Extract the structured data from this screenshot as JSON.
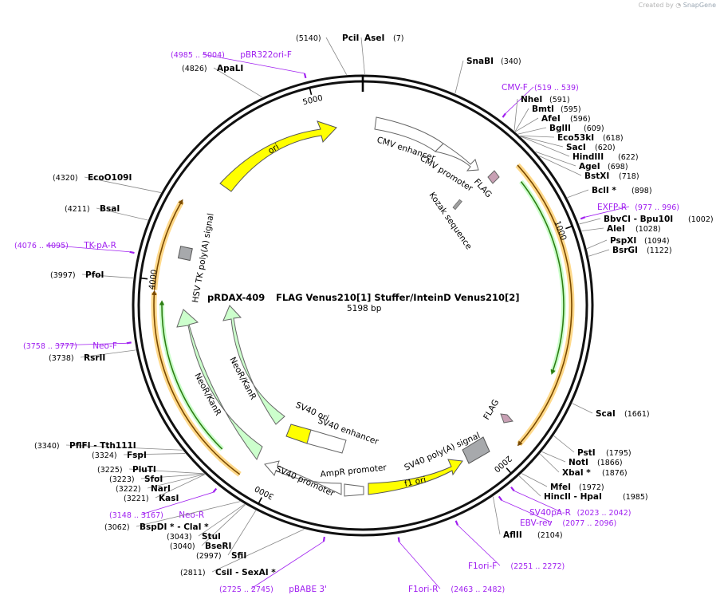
{
  "watermark": {
    "prefix": "Created by",
    "brand": "SnapGene"
  },
  "plasmid": {
    "name": "pRDAX-409",
    "description": "FLAG Venus210[1] Stuffer/InteinD Venus210[2]",
    "length": "5198 bp",
    "total_bp": 5198
  },
  "ticks": [
    {
      "pos": 1000,
      "label": "1000"
    },
    {
      "pos": 2000,
      "label": "2000"
    },
    {
      "pos": 3000,
      "label": "3000"
    },
    {
      "pos": 4000,
      "label": "4000"
    },
    {
      "pos": 5000,
      "label": "5000"
    }
  ],
  "enzymes": [
    {
      "id": "pcii",
      "name": "PciI",
      "site": 5140,
      "pos_text": "(5140)"
    },
    {
      "id": "asei",
      "name": "AseI",
      "site": 7,
      "pos_text": "(7)"
    },
    {
      "id": "snabi",
      "name": "SnaBI",
      "site": 340,
      "pos_text": "(340)"
    },
    {
      "id": "nhei",
      "name": "NheI",
      "site": 591,
      "pos_text": "(591)"
    },
    {
      "id": "bmti",
      "name": "BmtI",
      "site": 595,
      "pos_text": "(595)"
    },
    {
      "id": "afei",
      "name": "AfeI",
      "site": 596,
      "pos_text": "(596)"
    },
    {
      "id": "bglii",
      "name": "BglII",
      "site": 609,
      "pos_text": "(609)"
    },
    {
      "id": "eco53ki",
      "name": "Eco53kI",
      "site": 618,
      "pos_text": "(618)"
    },
    {
      "id": "saci",
      "name": "SacI",
      "site": 620,
      "pos_text": "(620)"
    },
    {
      "id": "hindiii",
      "name": "HindIII",
      "site": 622,
      "pos_text": "(622)"
    },
    {
      "id": "agei",
      "name": "AgeI",
      "site": 698,
      "pos_text": "(698)"
    },
    {
      "id": "bstxi",
      "name": "BstXI",
      "site": 718,
      "pos_text": "(718)"
    },
    {
      "id": "bcli",
      "name": "BclI *",
      "site": 898,
      "pos_text": "(898)"
    },
    {
      "id": "bbvci",
      "name": "BbvCI - Bpu10I",
      "site": 1002,
      "pos_text": "(1002)"
    },
    {
      "id": "alei",
      "name": "AleI",
      "site": 1028,
      "pos_text": "(1028)"
    },
    {
      "id": "pspxi",
      "name": "PspXI",
      "site": 1094,
      "pos_text": "(1094)"
    },
    {
      "id": "bsrgi",
      "name": "BsrGI",
      "site": 1122,
      "pos_text": "(1122)"
    },
    {
      "id": "scai",
      "name": "ScaI",
      "site": 1661,
      "pos_text": "(1661)"
    },
    {
      "id": "psti",
      "name": "PstI",
      "site": 1795,
      "pos_text": "(1795)"
    },
    {
      "id": "noti",
      "name": "NotI",
      "site": 1866,
      "pos_text": "(1866)"
    },
    {
      "id": "xbai",
      "name": "XbaI *",
      "site": 1876,
      "pos_text": "(1876)"
    },
    {
      "id": "mfei",
      "name": "MfeI",
      "site": 1972,
      "pos_text": "(1972)"
    },
    {
      "id": "hincii",
      "name": "HincII - HpaI",
      "site": 1985,
      "pos_text": "(1985)"
    },
    {
      "id": "aflii",
      "name": "AflII",
      "site": 2104,
      "pos_text": "(2104)"
    },
    {
      "id": "csii",
      "name": "CsiI - SexAI *",
      "site": 2811,
      "pos_text": "(2811)"
    },
    {
      "id": "sfii",
      "name": "SfiI",
      "site": 2997,
      "pos_text": "(2997)"
    },
    {
      "id": "bseri",
      "name": "BseRI",
      "site": 3040,
      "pos_text": "(3040)"
    },
    {
      "id": "stui",
      "name": "StuI",
      "site": 3043,
      "pos_text": "(3043)"
    },
    {
      "id": "bspdi",
      "name": "BspDI * - ClaI *",
      "site": 3062,
      "pos_text": "(3062)"
    },
    {
      "id": "kasi",
      "name": "KasI",
      "site": 3221,
      "pos_text": "(3221)"
    },
    {
      "id": "nari",
      "name": "NarI",
      "site": 3222,
      "pos_text": "(3222)"
    },
    {
      "id": "sfoi",
      "name": "SfoI",
      "site": 3223,
      "pos_text": "(3223)"
    },
    {
      "id": "pluti",
      "name": "PluTI",
      "site": 3225,
      "pos_text": "(3225)"
    },
    {
      "id": "fspi",
      "name": "FspI",
      "site": 3324,
      "pos_text": "(3324)"
    },
    {
      "id": "pflfi",
      "name": "PflFI - Tth111I",
      "site": 3340,
      "pos_text": "(3340)"
    },
    {
      "id": "rsrii",
      "name": "RsrII",
      "site": 3738,
      "pos_text": "(3738)"
    },
    {
      "id": "pfoi",
      "name": "PfoI",
      "site": 3997,
      "pos_text": "(3997)"
    },
    {
      "id": "bsai",
      "name": "BsaI",
      "site": 4211,
      "pos_text": "(4211)"
    },
    {
      "id": "ecoo109i",
      "name": "EcoO109I",
      "site": 4320,
      "pos_text": "(4320)"
    },
    {
      "id": "apali",
      "name": "ApaLI",
      "site": 4826,
      "pos_text": "(4826)"
    }
  ],
  "primers": [
    {
      "id": "pbr322ori-f",
      "name": "pBR322ori-F",
      "range": "(4985 .. 5004)",
      "start": 4985,
      "end": 5004
    },
    {
      "id": "cmv-f",
      "name": "CMV-F",
      "range": "(519 .. 539)",
      "start": 519,
      "end": 539
    },
    {
      "id": "exfp-r",
      "name": "EXFP-R",
      "range": "(977 .. 996)",
      "start": 977,
      "end": 996
    },
    {
      "id": "sv40pa-r",
      "name": "SV40pA-R",
      "range": "(2023 .. 2042)",
      "start": 2023,
      "end": 2042
    },
    {
      "id": "ebv-rev",
      "name": "EBV-rev",
      "range": "(2077 .. 2096)",
      "start": 2077,
      "end": 2096
    },
    {
      "id": "f1ori-f",
      "name": "F1ori-F",
      "range": "(2251 .. 2272)",
      "start": 2251,
      "end": 2272
    },
    {
      "id": "f1ori-r",
      "name": "F1ori-R",
      "range": "(2463 .. 2482)",
      "start": 2463,
      "end": 2482
    },
    {
      "id": "pbabe3",
      "name": "pBABE 3'",
      "range": "(2725 .. 2745)",
      "start": 2725,
      "end": 2745
    },
    {
      "id": "neo-r",
      "name": "Neo-R",
      "range": "(3148 .. 3167)",
      "start": 3148,
      "end": 3167
    },
    {
      "id": "neo-f",
      "name": "Neo-F",
      "range": "(3758 .. 3777)",
      "start": 3758,
      "end": 3777
    },
    {
      "id": "tk-pa-r",
      "name": "TK-pA-R",
      "range": "(4076 .. 4095)",
      "start": 4076,
      "end": 4095
    }
  ],
  "features": [
    {
      "id": "ori",
      "label": "ori",
      "color": "#ffff00"
    },
    {
      "id": "cmv-enhancer",
      "label": "CMV enhancer",
      "color": "#ffffff"
    },
    {
      "id": "cmv-promoter",
      "label": "CMV promoter",
      "color": "#ffffff"
    },
    {
      "id": "flag-1",
      "label": "FLAG",
      "color": "#c8a0b4"
    },
    {
      "id": "kozak",
      "label": "Kozak sequence",
      "color": "#a0a0a0"
    },
    {
      "id": "flag-2",
      "label": "FLAG",
      "color": "#c8a0b4"
    },
    {
      "id": "sv40-polya",
      "label": "SV40 poly(A) signal",
      "color": "#a7a9ac"
    },
    {
      "id": "f1-ori",
      "label": "f1 ori",
      "color": "#ffff00"
    },
    {
      "id": "ampr-promoter",
      "label": "AmpR promoter",
      "color": "#ffffff"
    },
    {
      "id": "sv40-promoter",
      "label": "SV40 promoter",
      "color": "#ffffff"
    },
    {
      "id": "sv40-ori",
      "label": "SV40 ori",
      "color": "#ffff00"
    },
    {
      "id": "sv40-enhancer",
      "label": "SV40 enhancer",
      "color": "#ffffff"
    },
    {
      "id": "neor-inner",
      "label": "NeoR/KanR",
      "color": "#ccffcc"
    },
    {
      "id": "neor-outer",
      "label": "NeoR/KanR",
      "color": "#ccffcc"
    },
    {
      "id": "hsv-tk-polya",
      "label": "HSV TK poly(A) signal",
      "color": "#a7a9ac"
    }
  ],
  "colors": {
    "backbone": "#111111",
    "primer": "#a020f0",
    "orf": "#f7a300",
    "orf_inner": "#3a9a1a",
    "feature_green": "#ccffcc",
    "feature_yellow": "#ffff00"
  }
}
